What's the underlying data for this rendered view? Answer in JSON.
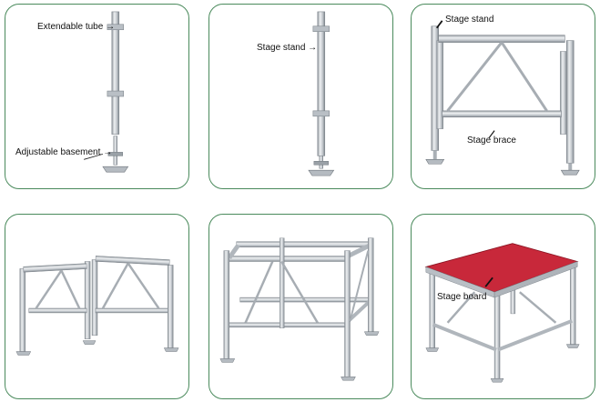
{
  "panels": [
    {
      "labels": {
        "extendable_tube": "Extendable tube",
        "adjustable_basement": "Adjustable basement"
      }
    },
    {
      "labels": {
        "stage_stand": "Stage stand"
      }
    },
    {
      "labels": {
        "stage_stand": "Stage stand",
        "stage_brace": "Stage brace"
      }
    },
    {
      "labels": {}
    },
    {
      "labels": {}
    },
    {
      "labels": {
        "stage_board": "Stage board"
      }
    }
  ],
  "arrows": {
    "right": "→"
  },
  "colors": {
    "border": "#4a8a5c",
    "tube": "#c9ced3",
    "tube_edge": "#8d949b",
    "board": "#c8283a"
  }
}
